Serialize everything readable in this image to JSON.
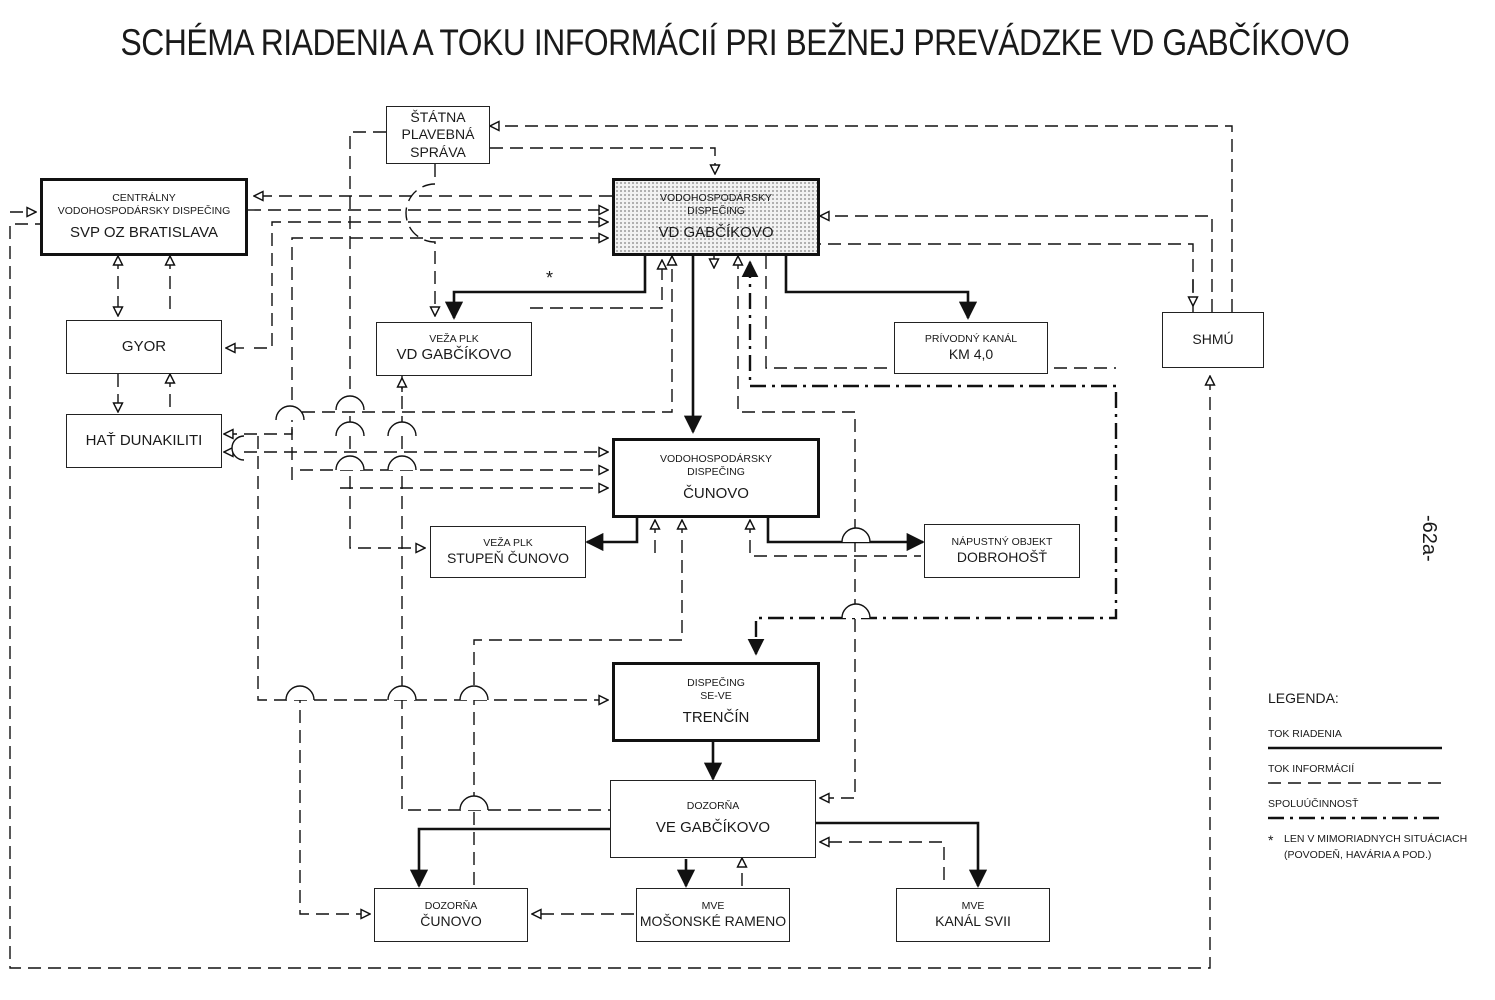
{
  "title": "SCHÉMA RIADENIA A TOKU INFORMÁCIÍ PRI BEŽNEJ PREVÁDZKE VD GABČÍKOVO",
  "page_number": "-62a-",
  "asterisk": "*",
  "boxes": {
    "ssp": {
      "lines": [
        "ŠTÁTNA",
        "PLAVEBNÁ",
        "SPRÁVA"
      ]
    },
    "cvd": {
      "line1": "CENTRÁLNY",
      "line2": "VODOHOSPODÁRSKY DISPEČING",
      "line3": "SVP OZ BRATISLAVA"
    },
    "vdg": {
      "line1": "VODOHOSPODÁRSKY",
      "line2": "DISPEČING",
      "line3": "VD GABČÍKOVO"
    },
    "gyor": {
      "label": "GYOR"
    },
    "hat": {
      "label": "HAŤ DUNAKILITI"
    },
    "veza_g": {
      "line1": "VEŽA PLK",
      "line2": "VD GABČÍKOVO"
    },
    "privod": {
      "line1": "PRÍVODNÝ KANÁL",
      "line2": "KM 4,0"
    },
    "shmu": {
      "label": "SHMÚ"
    },
    "vdc": {
      "line1": "VODOHOSPODÁRSKY",
      "line2": "DISPEČING",
      "line3": "ČUNOVO"
    },
    "veza_c": {
      "line1": "VEŽA PLK",
      "line2": "STUPEŇ ČUNOVO"
    },
    "napust": {
      "line1": "NÁPUSTNÝ OBJEKT",
      "line2": "DOBROHOŠŤ"
    },
    "trencin": {
      "line1": "DISPEČING",
      "line2": "SE-VE",
      "line3": "TRENČÍN"
    },
    "dozg": {
      "line1": "DOZORŇA",
      "line2": "VE GABČÍKOVO"
    },
    "dozc": {
      "line1": "DOZORŇA",
      "line2": "ČUNOVO"
    },
    "mve_m": {
      "line1": "MVE",
      "line2": "MOŠONSKÉ RAMENO"
    },
    "mve_k": {
      "line1": "MVE",
      "line2": "KANÁL SVII"
    }
  },
  "legend": {
    "heading": "LEGENDA:",
    "items": [
      {
        "label": "TOK RIADENIA",
        "style": "solid"
      },
      {
        "label": "TOK INFORMÁCIÍ",
        "style": "dashed"
      },
      {
        "label": "SPOLUÚČINNOSŤ",
        "style": "dash-dot"
      }
    ],
    "note_line1": "LEN V MIMORIADNYCH SITUÁCIACH",
    "note_line2": "(POVODEŇ, HAVÁRIA A POD.)"
  },
  "colors": {
    "ink": "#1a1a1a",
    "background": "#ffffff"
  }
}
